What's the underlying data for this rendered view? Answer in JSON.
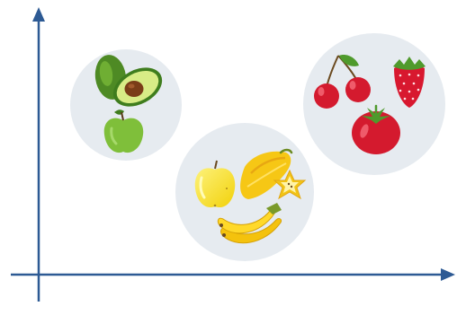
{
  "colors": {
    "background": "#ffffff",
    "axis": "#2d5a94",
    "cluster_fill": "#e6ebf0"
  },
  "axes": {
    "x_axis": {
      "label": "",
      "arrow": "right"
    },
    "y_axis": {
      "label": "",
      "arrow": "up"
    }
  },
  "clusters": [
    {
      "id": "green",
      "color_group": "green",
      "items": [
        "avocado-half",
        "avocado-whole",
        "green-apple"
      ],
      "accent": "#7fbf3a"
    },
    {
      "id": "yellow",
      "color_group": "yellow",
      "items": [
        "yellow-apple",
        "star-fruit",
        "star-fruit-slice",
        "banana",
        "banana"
      ],
      "accent": "#f6d21a"
    },
    {
      "id": "red",
      "color_group": "red",
      "items": [
        "cherries",
        "strawberry",
        "tomato"
      ],
      "accent": "#d9182e"
    }
  ]
}
